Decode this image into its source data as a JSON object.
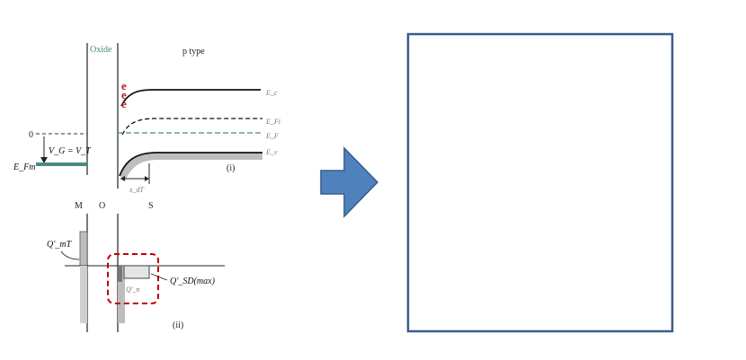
{
  "diagram": {
    "band_labels": {
      "oxide": "Oxide",
      "substrate_type": "p type",
      "zero": "0",
      "gate_voltage": "V_G = V_T",
      "fermi_metal": "E_Fm",
      "conduction": "E_c",
      "fermi_intrinsic": "E_Fi",
      "fermi": "E_F",
      "valence": "E_v",
      "depletion_width": "x_dT",
      "part_i": "(i)",
      "electron": "e"
    },
    "charge_labels": {
      "metal": "M",
      "oxide": "O",
      "semiconductor": "S",
      "metal_charge": "Q'_mT",
      "depletion_charge": "Q'_SD(max)",
      "inversion_charge": "Q'_n",
      "part_ii": "(ii)"
    }
  },
  "colors": {
    "arrow_fill": "#4f81bd",
    "arrow_stroke": "#385d8a",
    "box_stroke": "#385d8a",
    "highlight": "#c00000",
    "teal": "#4a8a86"
  }
}
